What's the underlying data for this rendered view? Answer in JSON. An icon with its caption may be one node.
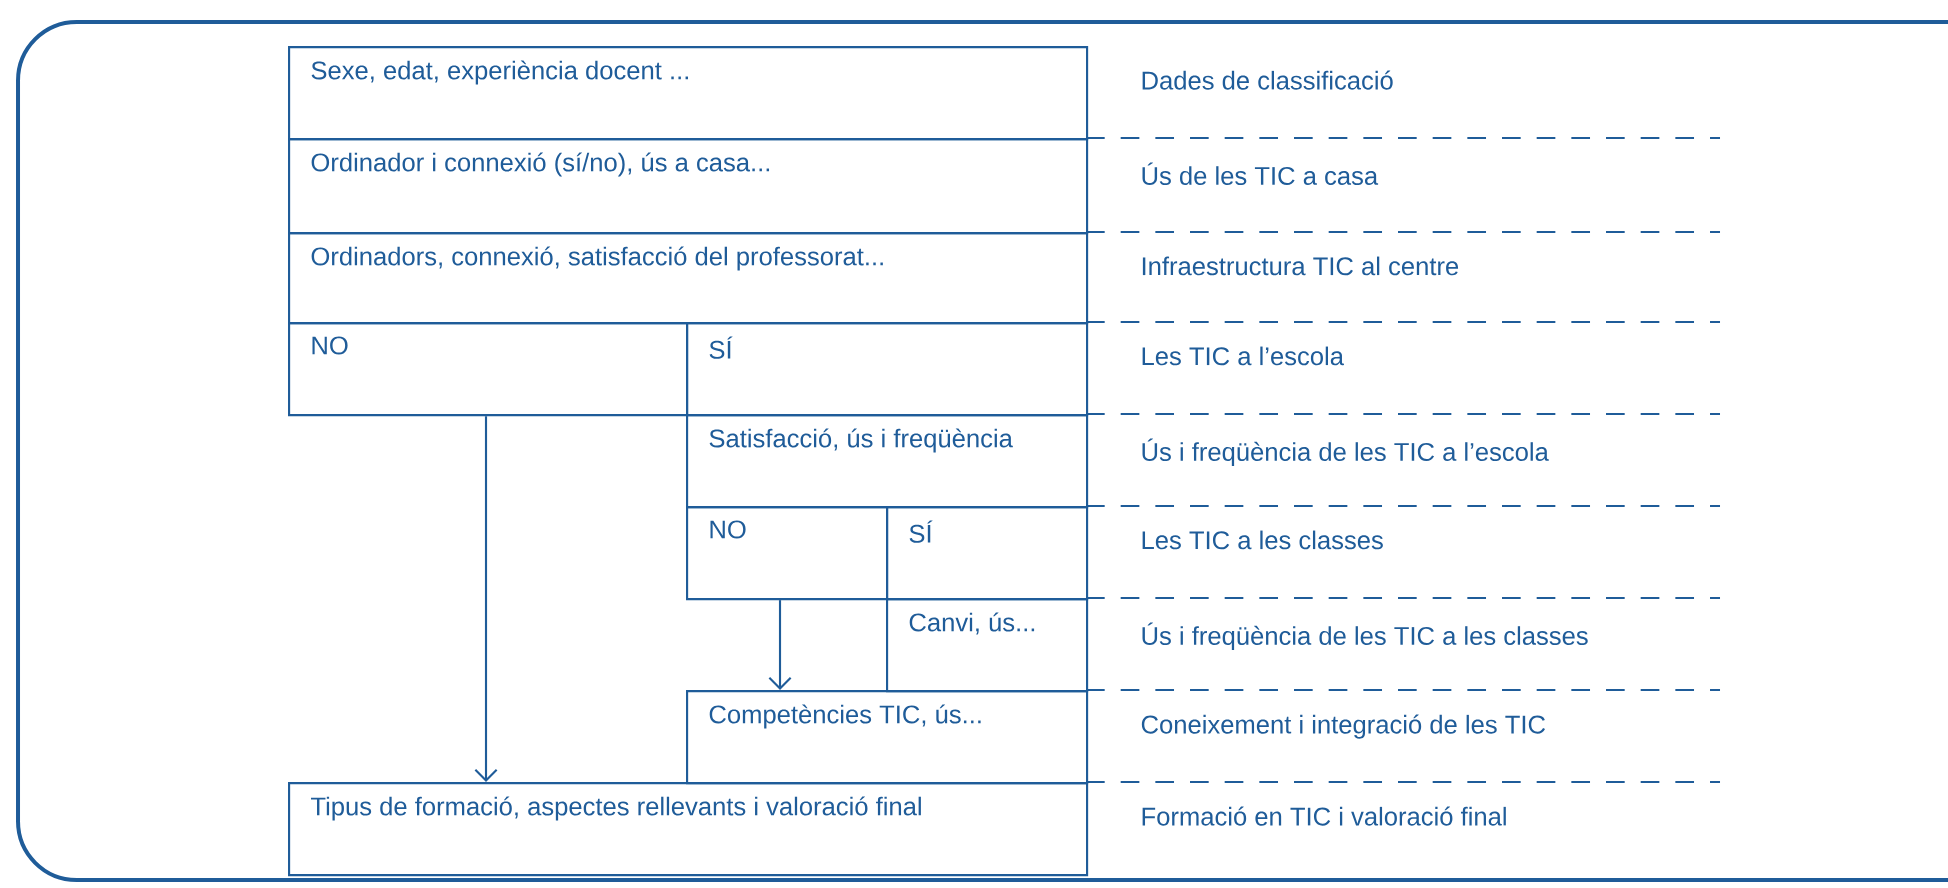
{
  "diagram": {
    "nodes": [
      {
        "text": [
          "Sexe, edat, experiència docent ..."
        ]
      },
      {
        "text": [
          "Ordinador i connexió (sí/no), ús a casa..."
        ]
      },
      {
        "text": [
          "Ordinadors, connexió, satisfacció del professorat..."
        ]
      },
      {
        "text": [
          "NO"
        ]
      },
      {
        "text": [
          "SÍ"
        ]
      },
      {
        "text": [
          "Satisfacció, ús i freqüència"
        ]
      },
      {
        "text": [
          "NO"
        ]
      },
      {
        "text": [
          "SÍ"
        ]
      },
      {
        "text": [
          "Canvi, ús..."
        ]
      },
      {
        "text": [
          "Competències TIC, ús..."
        ]
      },
      {
        "text": [
          "Tipus de formació, aspectes rellevants i valoració final"
        ]
      }
    ],
    "edges": [
      {
        "from": 3,
        "to": 10,
        "arrow": "to"
      },
      {
        "from": 6,
        "to": 9,
        "arrow": "to"
      }
    ],
    "labels": [
      "Dades de classificació",
      "Ús de les TIC a casa",
      "Infraestructura TIC al centre",
      "Les TIC a l’escola",
      "Ús i freqüència de les TIC a l’escola",
      "Les TIC a les classes",
      "Ús i freqüència de les TIC a les classes",
      "Coneixement i integració de les TIC",
      "Formació en TIC i valoració final"
    ]
  }
}
